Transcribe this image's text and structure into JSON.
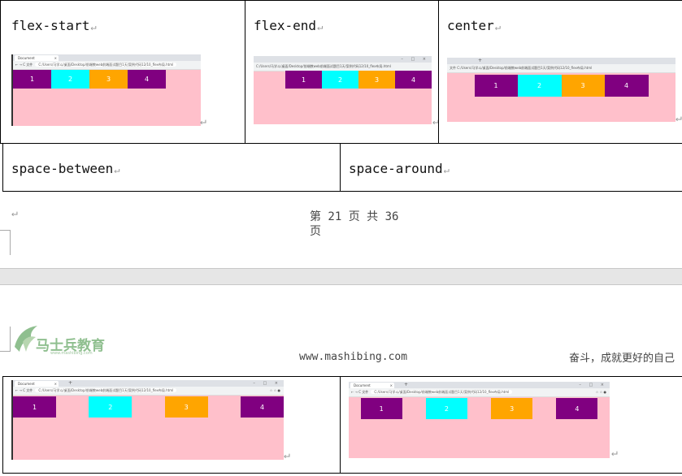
{
  "page1": {
    "cells": [
      {
        "label": "flex-start"
      },
      {
        "label": "flex-end"
      },
      {
        "label": "center"
      },
      {
        "label": "space-between"
      },
      {
        "label": "space-around"
      }
    ],
    "footer": {
      "page_line1": "第 21 页 共 36",
      "page_line2": "页"
    }
  },
  "page2": {
    "logo": {
      "name": "马士兵教育",
      "url": "www.mashibing.com"
    },
    "website": "www.mashibing.com",
    "slogan": "奋斗，成就更好的自己"
  },
  "browser": {
    "tab_title": "Document",
    "address": "C:/Users/马学斗/桌面/Desktop/前端教web前端面试题目1天/案例代码12/10_flex布局.html",
    "addr_prefix": "文件",
    "new_tab": "+",
    "tab_close": "×",
    "window_controls": "– □ ×",
    "tools": "☆ ☆ ●"
  },
  "boxes": [
    {
      "text": "1",
      "color": "#800080"
    },
    {
      "text": "2",
      "color": "#00ffff"
    },
    {
      "text": "3",
      "color": "#ffa500"
    },
    {
      "text": "4",
      "color": "#800080"
    }
  ],
  "return_mark": "↵",
  "colors": {
    "container": "#ffc0cb",
    "gap_band": "#e6e6e6"
  }
}
